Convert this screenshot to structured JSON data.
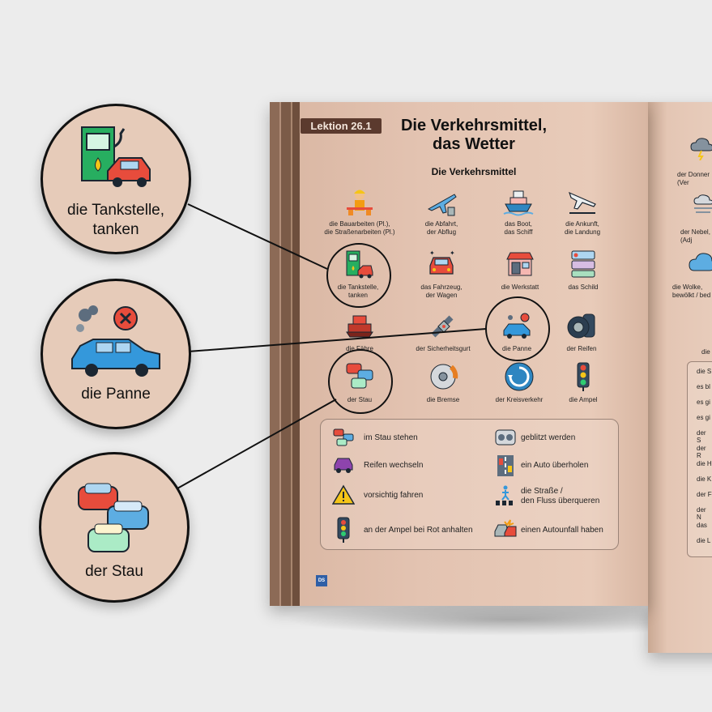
{
  "lesson_tag": "Lektion 26.1",
  "title": "Die Verkehrsmittel,\ndas Wetter",
  "section": "Die Verkehrsmittel",
  "vocab": [
    {
      "label": "die Bauarbeiten (Pl.),\ndie Straßenarbeiten (Pl.)",
      "icon": "construction-worker-icon"
    },
    {
      "label": "die Abfahrt,\nder Abflug",
      "icon": "airplane-departure-icon"
    },
    {
      "label": "das Boot,\ndas Schiff",
      "icon": "ship-icon"
    },
    {
      "label": "die Ankunft,\ndie Landung",
      "icon": "airplane-landing-icon"
    },
    {
      "label": "die Tankstelle,\ntanken",
      "icon": "gas-station-icon"
    },
    {
      "label": "das Fahrzeug,\nder Wagen",
      "icon": "car-icon"
    },
    {
      "label": "die Werkstatt",
      "icon": "workshop-icon"
    },
    {
      "label": "das Schild",
      "icon": "sign-icon"
    },
    {
      "label": "die Fähre",
      "icon": "ferry-icon"
    },
    {
      "label": "der Sicherheitsgurt",
      "icon": "seatbelt-icon"
    },
    {
      "label": "die Panne",
      "icon": "breakdown-icon"
    },
    {
      "label": "der Reifen",
      "icon": "tire-icon"
    },
    {
      "label": "der Stau",
      "icon": "traffic-jam-icon"
    },
    {
      "label": "die Bremse",
      "icon": "brake-icon"
    },
    {
      "label": "der Kreisverkehr",
      "icon": "roundabout-icon"
    },
    {
      "label": "die Ampel",
      "icon": "traffic-light-icon"
    }
  ],
  "phrases": [
    {
      "label": "im Stau stehen",
      "icon": "traffic-jam-icon"
    },
    {
      "label": "geblitzt werden",
      "icon": "speed-camera-icon"
    },
    {
      "label": "Reifen wechseln",
      "icon": "car-tire-change-icon"
    },
    {
      "label": "ein Auto überholen",
      "icon": "overtaking-icon"
    },
    {
      "label": "vorsichtig fahren",
      "icon": "warning-icon"
    },
    {
      "label": "die Straße /\nden Fluss überqueren",
      "icon": "crossing-icon"
    },
    {
      "label": "an der Ampel bei Rot anhalten",
      "icon": "traffic-light-icon"
    },
    {
      "label": "einen Autounfall haben",
      "icon": "car-accident-icon"
    }
  ],
  "right_page": {
    "weather_items": [
      {
        "label": "der Donner\n(Ver",
        "icon": "thunderstorm-icon"
      },
      {
        "label": "der Nebel,\n(Adj",
        "icon": "fog-icon"
      },
      {
        "label": "die Wolke,\nbewölkt / bed",
        "icon": "cloud-icon"
      }
    ],
    "heading_fragment": "die",
    "table_rows": [
      "die S",
      "es bl",
      "es gi",
      "es gi",
      "der S",
      "der R",
      "die H",
      "die K",
      "der F",
      "der N",
      "das",
      "die L"
    ]
  },
  "callouts": [
    {
      "caption": "die Tankstelle,\ntanken",
      "icon": "gas-station-icon"
    },
    {
      "caption": "die Panne",
      "icon": "breakdown-icon"
    },
    {
      "caption": "der Stau",
      "icon": "traffic-jam-icon"
    }
  ],
  "logo_text": "DS",
  "colors": {
    "page": "#e3c3b1",
    "lesson_tag_bg": "#5b3a2e",
    "callout_bg": "#e6cbb9"
  }
}
